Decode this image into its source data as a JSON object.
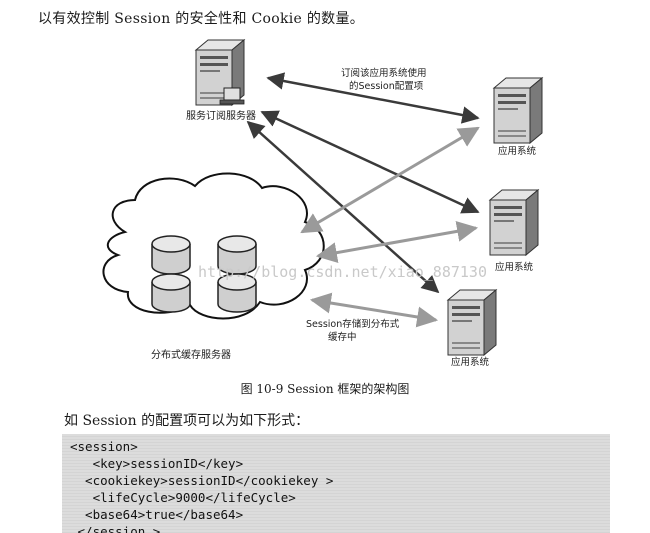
{
  "intro_text": "以有效控制 Session 的安全性和 Cookie 的数量。",
  "figure": {
    "subscribe_server_label": "服务订阅服务器",
    "subscribe_note_line1": "订阅该应用系统使用",
    "subscribe_note_line2": "的Session配置项",
    "app_label_1": "应用系统",
    "app_label_2": "应用系统",
    "app_label_3": "应用系统",
    "cache_label": "分布式缓存服务器",
    "session_note_line1": "Session存储到分布式",
    "session_note_line2": "缓存中",
    "watermark": "http://blog.csdn.net/xiao_887130",
    "caption": "图 10-9   Session 框架的架构图"
  },
  "paragraph": "如 Session 的配置项可以为如下形式：",
  "code_lines": [
    "<session>",
    "   <key>sessionID</key>",
    "  <cookiekey>sessionID</cookiekey >",
    "   <lifeCycle>9000</lifeCycle>",
    "  <base64>true</base64>",
    " </session >"
  ]
}
